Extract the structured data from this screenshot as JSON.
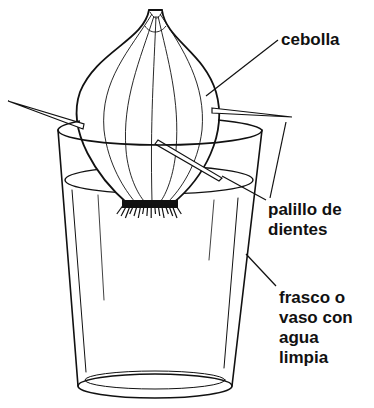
{
  "diagram": {
    "labels": [
      "cebolla",
      "palillo de dientes",
      "frasco o vaso con agua limpia"
    ]
  }
}
